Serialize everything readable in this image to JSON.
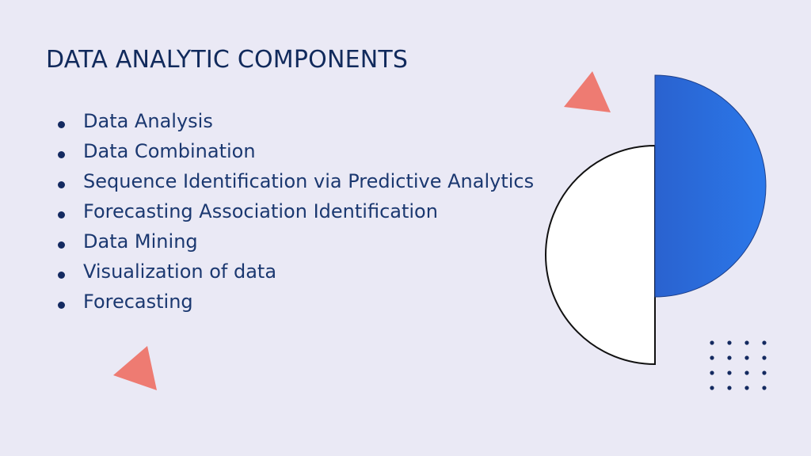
{
  "slide": {
    "title": "DATA ANALYTIC COMPONENTS",
    "bullets": [
      "Data Analysis",
      "Data Combination",
      "Sequence Identification via Predictive Analytics",
      "Forecasting Association Identification",
      "Data Mining",
      "Visualization of data",
      "Forecasting"
    ]
  },
  "colors": {
    "background": "#eae9f5",
    "title": "#112a5c",
    "text": "#1b3870",
    "accent_blue": "#2a6fdb",
    "accent_coral": "#ee7b72",
    "dots": "#142a60"
  }
}
